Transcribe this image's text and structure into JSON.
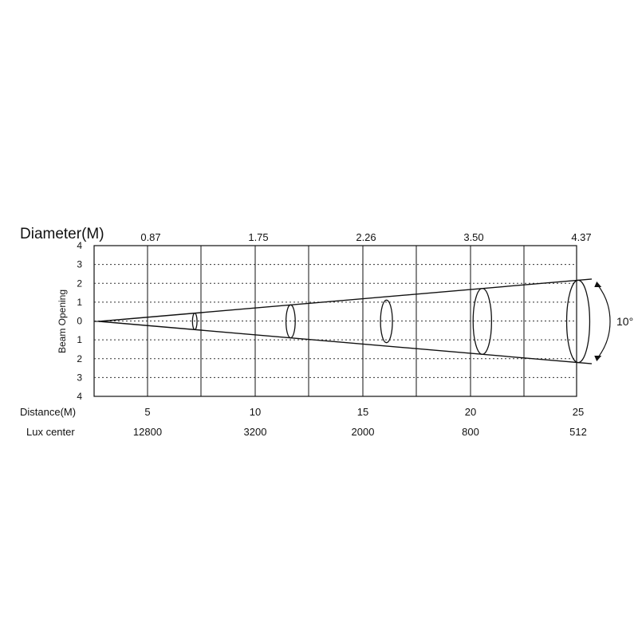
{
  "title": "Diameter(M)",
  "y_axis_label": "Beam Opening",
  "beam_angle_label": "10°",
  "distance_label": "Distance(M)",
  "lux_label": "Lux center",
  "y_ticks": [
    "4",
    "3",
    "2",
    "1",
    "0",
    "1",
    "2",
    "3",
    "4"
  ],
  "chart_data": {
    "type": "table",
    "beam_angle_degrees": 10,
    "y_range": [
      -4,
      4
    ],
    "distances_m": [
      "5",
      "10",
      "15",
      "20",
      "25"
    ],
    "diameters_m": [
      "0.87",
      "1.75",
      "2.26",
      "3.50",
      "4.37"
    ],
    "lux_center": [
      "12800",
      "3200",
      "2000",
      "800",
      "512"
    ],
    "grid": true
  }
}
